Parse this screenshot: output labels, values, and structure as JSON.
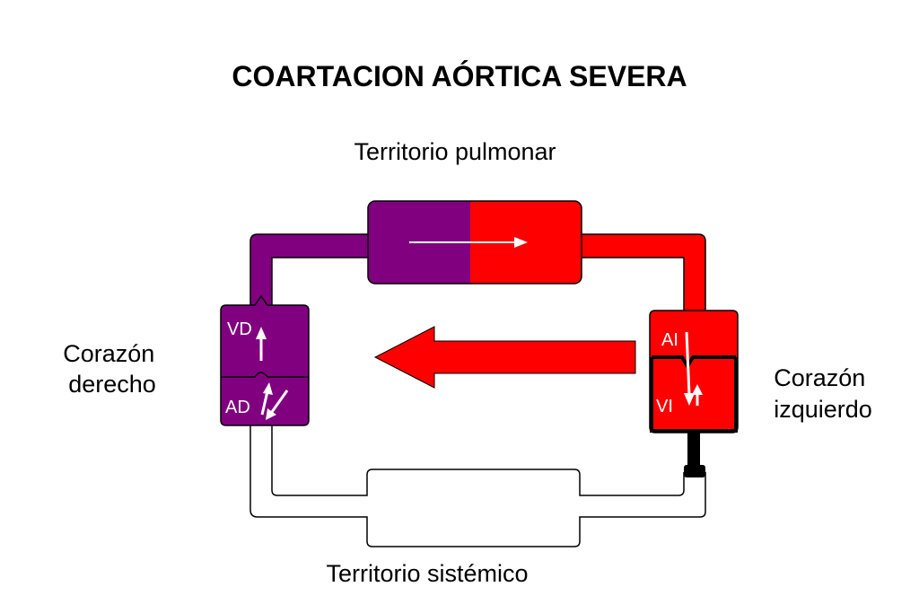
{
  "title": "COARTACION AÓRTICA SEVERA",
  "labels": {
    "pulmonary": "Territorio pulmonar",
    "systemic": "Territorio sistémico",
    "right_heart": [
      "Corazón",
      "derecho"
    ],
    "left_heart": [
      "Corazón",
      "izquierdo"
    ]
  },
  "chambers": {
    "vd": "VD",
    "ad": "AD",
    "ai": "AI",
    "vi": "VI"
  },
  "colors": {
    "oxygenated": "#ff0000",
    "deoxygenated": "#800080",
    "systemic": "#ffffff",
    "outline": "#000000"
  }
}
